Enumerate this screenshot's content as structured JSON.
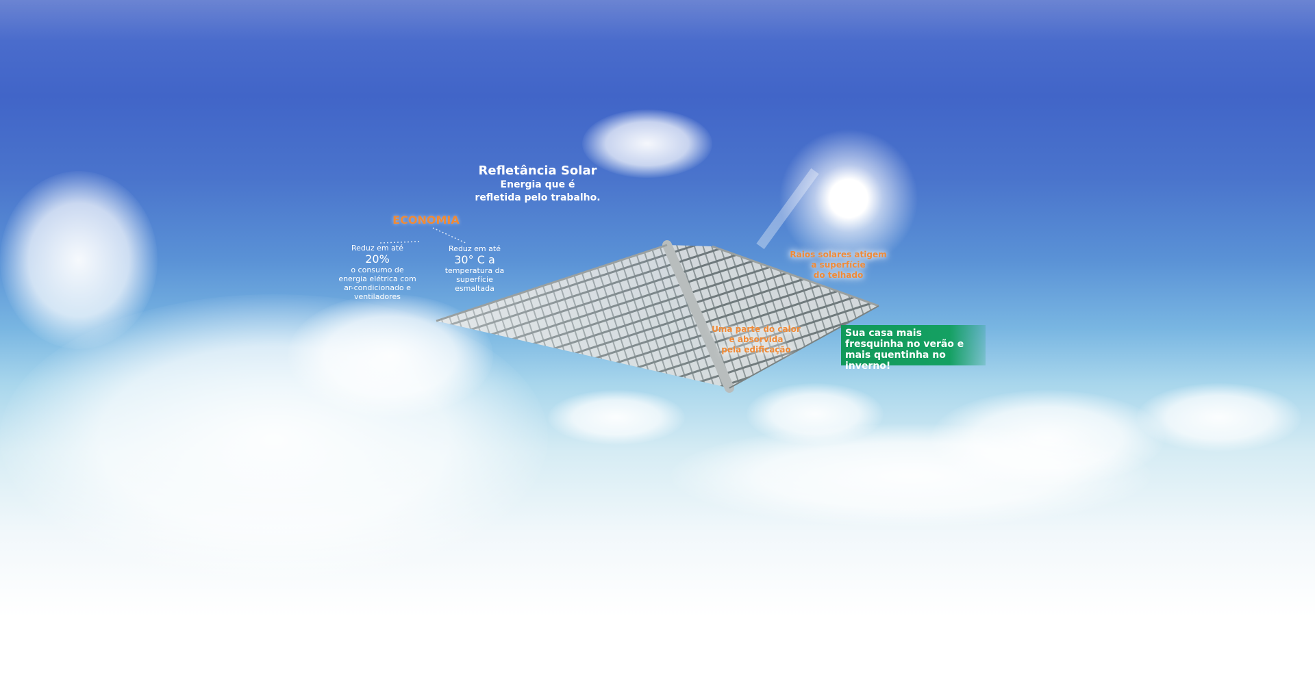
{
  "reflectance": {
    "title": "Refletância Solar",
    "line1": "Energia que é",
    "line2": "refletida pelo trabalho."
  },
  "economy": {
    "heading": "ECONOMIA",
    "left": {
      "intro": "Reduz em até",
      "value": "20%",
      "lines": [
        "o consumo de",
        "energia  elétrica com",
        "ar-condicionado e",
        "ventiladores"
      ]
    },
    "right": {
      "intro": "Reduz em até",
      "value": "30° C a",
      "lines": [
        "temperatura da",
        "superfície",
        "esmaltada"
      ]
    }
  },
  "sun_rays": {
    "lines": [
      "Raios solares atigem",
      "a superfície",
      "do telhado"
    ]
  },
  "absorbed": {
    "lines": [
      "Uma parte do calor",
      "e absorvida",
      "pela edificação"
    ]
  },
  "callout": {
    "text": "Sua casa mais fresquinha no verão e mais quentinha no inverno!"
  },
  "colors": {
    "accent_orange": "#f08a36",
    "callout_green": "#11995a",
    "sky": "#4165c8"
  }
}
